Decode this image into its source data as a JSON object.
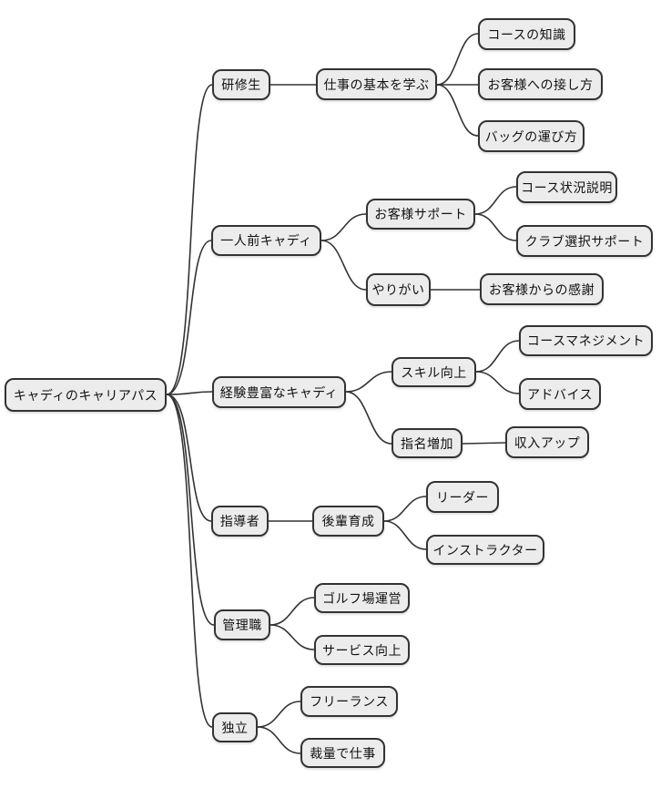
{
  "diagram": {
    "type": "mindmap",
    "direction": "left-to-right",
    "levels": 4,
    "colors": {
      "background": "#ffffff",
      "node_fill": "#ececec",
      "node_border": "#333333",
      "edge": "#333333",
      "text": "#111111"
    }
  },
  "tree": {
    "label": "キャディのキャリアパス",
    "children": [
      {
        "label": "研修生",
        "children": [
          {
            "label": "仕事の基本を学ぶ",
            "children": [
              {
                "label": "コースの知識"
              },
              {
                "label": "お客様への接し方"
              },
              {
                "label": "バッグの運び方"
              }
            ]
          }
        ]
      },
      {
        "label": "一人前キャディ",
        "children": [
          {
            "label": "お客様サポート",
            "children": [
              {
                "label": "コース状況説明"
              },
              {
                "label": "クラブ選択サポート"
              }
            ]
          },
          {
            "label": "やりがい",
            "children": [
              {
                "label": "お客様からの感謝"
              }
            ]
          }
        ]
      },
      {
        "label": "経験豊富なキャディ",
        "children": [
          {
            "label": "スキル向上",
            "children": [
              {
                "label": "コースマネジメント"
              },
              {
                "label": "アドバイス"
              }
            ]
          },
          {
            "label": "指名増加",
            "children": [
              {
                "label": "収入アップ"
              }
            ]
          }
        ]
      },
      {
        "label": "指導者",
        "children": [
          {
            "label": "後輩育成",
            "children": [
              {
                "label": "リーダー"
              },
              {
                "label": "インストラクター"
              }
            ]
          }
        ]
      },
      {
        "label": "管理職",
        "children": [
          {
            "label": "ゴルフ場運営"
          },
          {
            "label": "サービス向上"
          }
        ]
      },
      {
        "label": "独立",
        "children": [
          {
            "label": "フリーランス"
          },
          {
            "label": "裁量で仕事"
          }
        ]
      }
    ]
  }
}
